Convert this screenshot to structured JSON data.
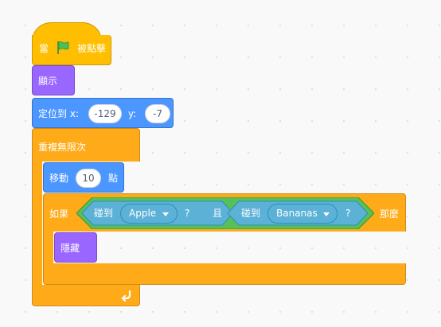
{
  "hat": {
    "prefix": "當",
    "suffix": "被點擊",
    "flag_icon": "green-flag-icon"
  },
  "show_block": {
    "label": "顯示"
  },
  "goto_block": {
    "label": "定位到 x:",
    "x_value": "-129",
    "y_label": "y:",
    "y_value": "-7"
  },
  "forever_block": {
    "label": "重複無限次",
    "loop_icon": "loop-arrow-icon"
  },
  "move_block": {
    "label": "移動",
    "steps": "10",
    "suffix": "點"
  },
  "if_block": {
    "label": "如果",
    "then": "那麼",
    "condition": {
      "operator": "且",
      "left": {
        "label": "碰到",
        "menu": "Apple",
        "suffix": "?"
      },
      "right": {
        "label": "碰到",
        "menu": "Bananas",
        "suffix": "?"
      }
    }
  },
  "hide_block": {
    "label": "隱藏"
  },
  "colors": {
    "events": "#ffbf00",
    "looks": "#9966ff",
    "motion": "#4c97ff",
    "control": "#ffab19",
    "sensing": "#5cb1d6",
    "operators": "#59c059"
  }
}
